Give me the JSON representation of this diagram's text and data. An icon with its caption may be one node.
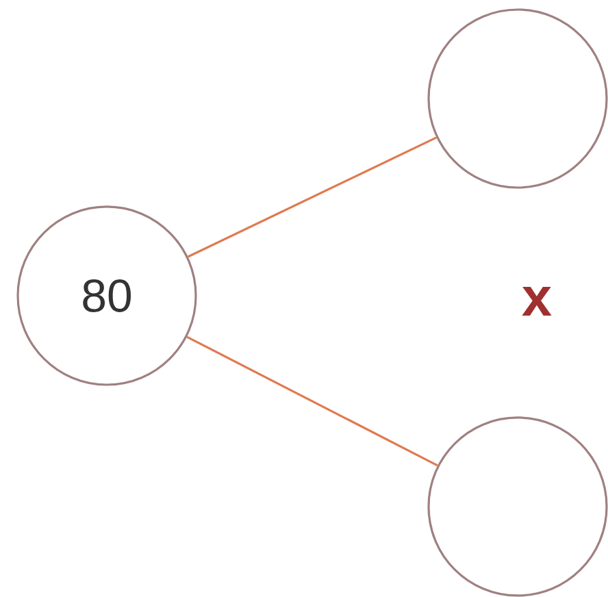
{
  "diagram": {
    "nodes": [
      {
        "text": [
          "80"
        ]
      },
      {
        "text": [],
        "shape": "circle"
      },
      {
        "text": [],
        "shape": "circle"
      }
    ],
    "edges": [
      {
        "from": 0,
        "to": 1,
        "arrow": "none"
      },
      {
        "from": 0,
        "to": 2,
        "arrow": "none"
      }
    ],
    "labels": [
      "x"
    ]
  }
}
